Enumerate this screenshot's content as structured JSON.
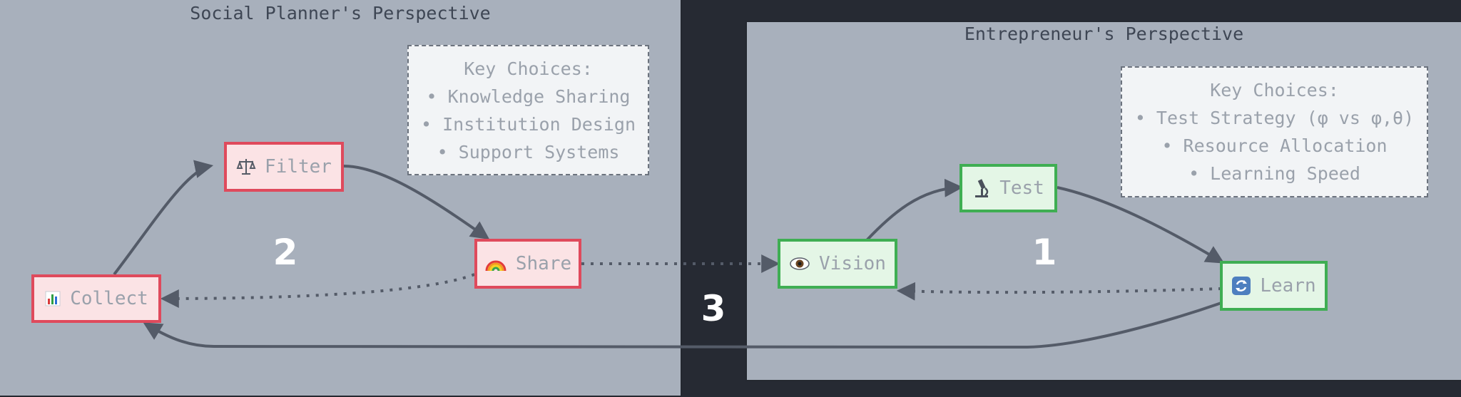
{
  "left_panel": {
    "title": "Social Planner's Perspective",
    "key_choices": {
      "heading": "Key Choices:",
      "items": [
        "• Knowledge Sharing",
        "• Institution Design",
        "• Support Systems"
      ]
    }
  },
  "right_panel": {
    "title": "Entrepreneur's Perspective",
    "key_choices": {
      "heading": "Key Choices:",
      "items": [
        "• Test Strategy (φ vs φ,θ)",
        "• Resource Allocation",
        "• Learning Speed"
      ]
    }
  },
  "nodes": {
    "collect": {
      "label": "Collect",
      "icon": "bar-chart-icon"
    },
    "filter": {
      "label": "Filter",
      "icon": "scales-icon"
    },
    "share": {
      "label": "Share",
      "icon": "rainbow-icon"
    },
    "vision": {
      "label": "Vision",
      "icon": "eye-icon"
    },
    "test": {
      "label": "Test",
      "icon": "microscope-icon"
    },
    "learn": {
      "label": "Learn",
      "icon": "cycle-arrows-icon"
    }
  },
  "loop_labels": {
    "entrepreneur": "1",
    "planner": "2",
    "bridge": "3"
  },
  "colors": {
    "background": "#262a33",
    "panel": "#a8b0bc",
    "planner_node_border": "#df4a5c",
    "planner_node_fill": "#fbe3e5",
    "entrepreneur_node_border": "#3fae53",
    "entrepreneur_node_fill": "#e4f6e6",
    "edge": "#545b68"
  }
}
